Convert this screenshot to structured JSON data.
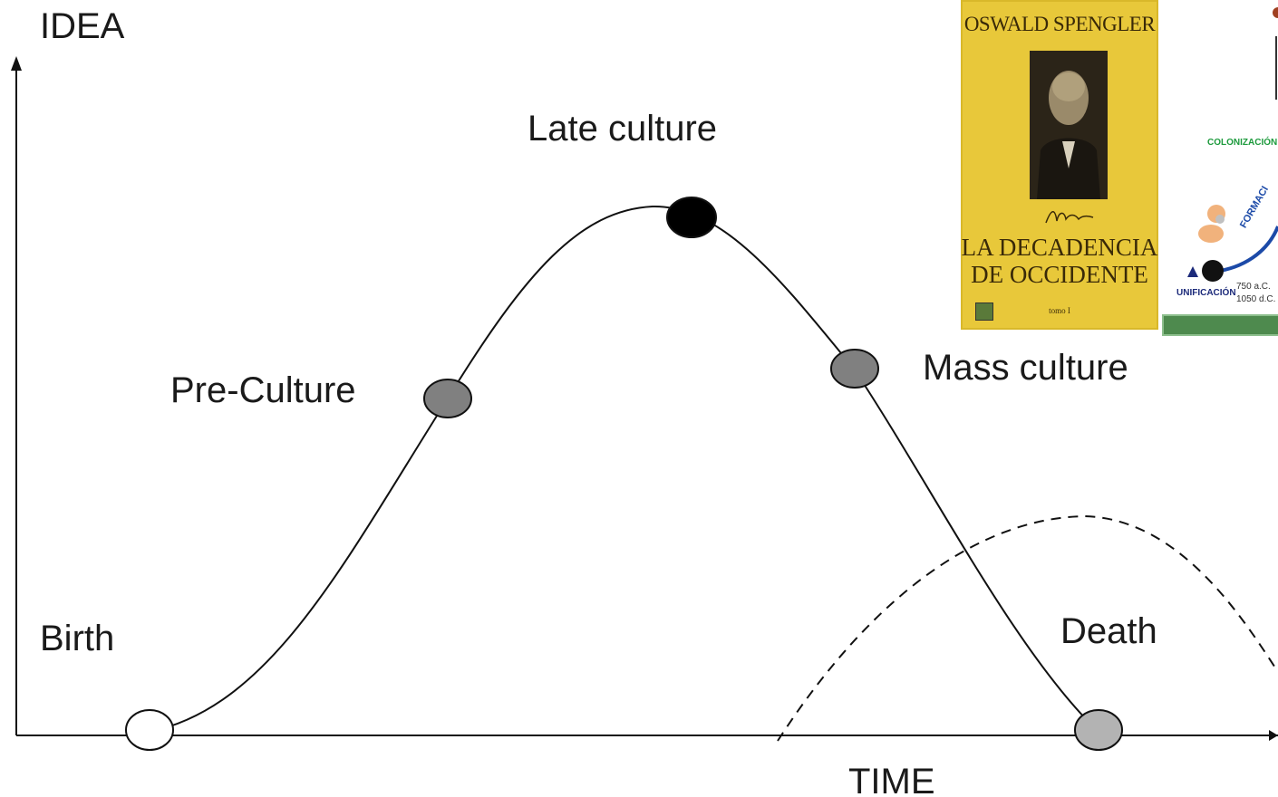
{
  "diagram": {
    "axes": {
      "y_label": "IDEA",
      "x_label": "TIME"
    },
    "stages": [
      {
        "id": "birth",
        "label": "Birth",
        "marker_fill": "#ffffff"
      },
      {
        "id": "pre-culture",
        "label": "Pre-Culture",
        "marker_fill": "#808080"
      },
      {
        "id": "late-culture",
        "label": "Late culture",
        "marker_fill": "#000000"
      },
      {
        "id": "mass-culture",
        "label": "Mass culture",
        "marker_fill": "#808080"
      },
      {
        "id": "death",
        "label": "Death",
        "marker_fill": "#b3b3b3"
      }
    ]
  },
  "book": {
    "author": "OSWALD SPENGLER",
    "title_line1": "LA DECADENCIA",
    "title_line2": "DE OCCIDENTE",
    "volume": "tomo I",
    "cover_color": "#e8c83a"
  },
  "inset": {
    "colonizacion": "COLONIZACIÓN",
    "formacion": "FORMACI",
    "unificacion": "UNIFICACIÓN",
    "date1": "750 a.C.",
    "date2": "1050 d.C."
  }
}
